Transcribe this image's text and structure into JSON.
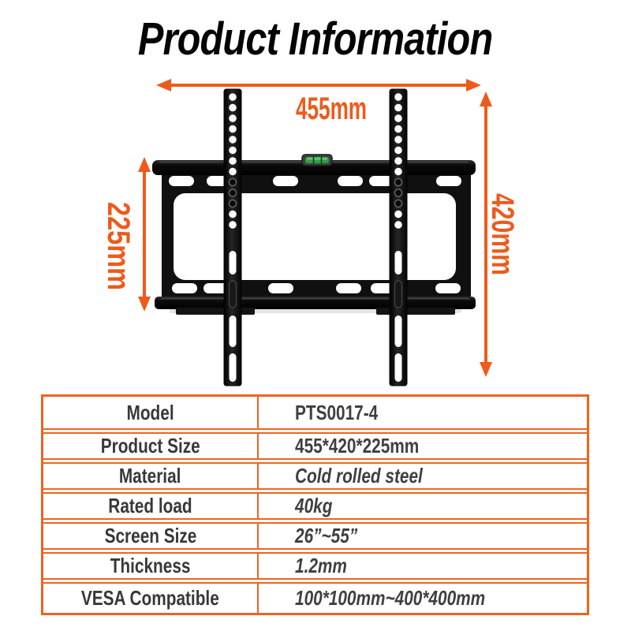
{
  "title": "Product Information",
  "colors": {
    "accent_orange": "#EE5A1B",
    "table_border_orange": "#ED6420",
    "text_dark": "#3F3F3F",
    "bracket_black": "#111111",
    "level_green": "#3FB04A"
  },
  "diagram": {
    "product": "tv-wall-mount-bracket",
    "width_label": "455mm",
    "height_left_label": "225mm",
    "height_right_label": "420mm",
    "level_icon": "bubble-level"
  },
  "spec_table": {
    "rows": [
      {
        "label": "Model",
        "value": "PTS0017-4"
      },
      {
        "label": "Product Size",
        "value": "455*420*225mm"
      },
      {
        "label": "Material",
        "value": "Cold rolled steel"
      },
      {
        "label": "Rated load",
        "value": "40kg"
      },
      {
        "label": "Screen Size",
        "value": "26”~55”"
      },
      {
        "label": "Thickness",
        "value": "1.2mm"
      },
      {
        "label": "VESA Compatible",
        "value": "100*100mm~400*400mm"
      }
    ]
  }
}
